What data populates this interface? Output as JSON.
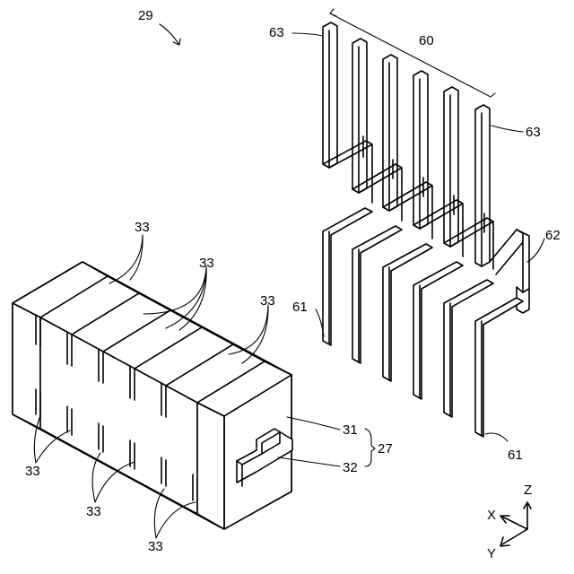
{
  "labels": {
    "fig_ref": "29",
    "group": "60",
    "end_top_left": "63",
    "end_top_right": "63",
    "bend": "62",
    "end_bottom_left": "61",
    "end_bottom_right": "61",
    "body_outer": "31",
    "body_inner": "32",
    "body_group": "27",
    "slot_top_1": "33",
    "slot_top_2": "33",
    "slot_top_3": "33",
    "slot_bottom_1": "33",
    "slot_bottom_2": "33",
    "slot_bottom_3": "33"
  },
  "axes": {
    "z": "Z",
    "x": "X",
    "y": "Y"
  }
}
